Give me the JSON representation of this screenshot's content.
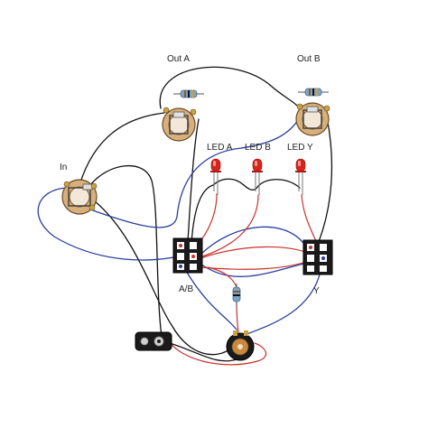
{
  "labels": {
    "out_a": "Out A",
    "out_b": "Out B",
    "in": "In",
    "led_a": "LED A",
    "led_b": "LED B",
    "led_y": "LED Y",
    "switch_ab": "A/B",
    "switch_y": "Y"
  },
  "colors": {
    "wire_black": "#111111",
    "wire_blue": "#2a3f9e",
    "wire_red": "#c8322a",
    "led_red": "#d9241c",
    "switch_body": "#1a1a1a",
    "jack_metal": "#b58a55"
  },
  "components": {
    "jacks": [
      "Out A",
      "Out B",
      "In"
    ],
    "leds": [
      "LED A",
      "LED B",
      "LED Y"
    ],
    "switches": [
      "A/B",
      "Y"
    ],
    "others": [
      "battery-snap",
      "dc-power-jack",
      "resistor"
    ]
  }
}
